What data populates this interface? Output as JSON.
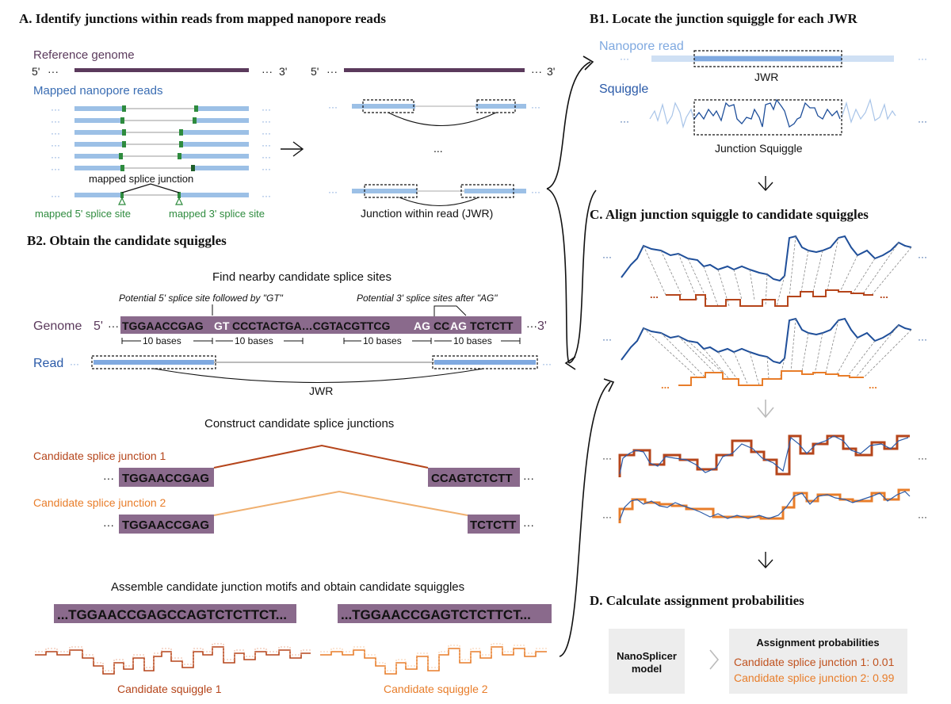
{
  "colors": {
    "purple": "#5b3a5c",
    "purple_block": "#8a6a8c",
    "blue": "#3a6db3",
    "light_blue": "#9cc0e6",
    "dark_blue": "#1f4f9a",
    "green": "#2e8b3e",
    "dark_orange": "#b5451b",
    "orange": "#e87d2a",
    "gray": "#9a9a9a"
  },
  "sections": {
    "a": {
      "title": "A. Identify junctions within reads from mapped nanopore reads",
      "ref_genome": "Reference genome",
      "five_prime": "5'",
      "three_prime": "3'",
      "ellipsis": "···",
      "mapped_reads": "Mapped nanopore reads",
      "mapped_junction": "mapped splice junction",
      "site5": "mapped 5' splice site",
      "site3": "mapped 3' splice site",
      "dots_center": "...",
      "jwr_label": "Junction within read (JWR)"
    },
    "b1": {
      "title": "B1. Locate the junction squiggle for each JWR",
      "read_label": "Nanopore read",
      "squiggle_label": "Squiggle",
      "jwr": "JWR",
      "junction_squiggle": "Junction Squiggle"
    },
    "b2": {
      "title": "B2. Obtain the candidate squiggles",
      "find_sites": "Find nearby candidate splice sites",
      "pot5": "Potential 5' splice site followed by \"GT\"",
      "pot3": "Potential 3' splice sites after \"AG\"",
      "genome_label": "Genome",
      "seq_part1": "TGGAACCGAG",
      "seq_gt": "GT",
      "seq_part2": "CCCTACTGA…CGTACGTTCG",
      "seq_ag1": "AG",
      "seq_cc": "CC",
      "seq_ag2": "AG",
      "seq_part3": "TCTCTT",
      "ten_bases": "10 bases",
      "read_label": "Read",
      "jwr": "JWR",
      "construct": "Construct candidate splice junctions",
      "cand1": "Candidate splice junction 1",
      "cand2": "Candidate splice junction 2",
      "exon_left": "TGGAACCGAG",
      "exon_right1": "CCAGTCTCTT",
      "exon_right2": "TCTCTT",
      "assemble": "Assemble candidate junction motifs and obtain candidate squiggles",
      "motif1": "...TGGAACCGAGCCAGTCTCTTCT...",
      "motif2": "...TGGAACCGAGTCTCTTCT...",
      "squiggle1": "Candidate squiggle 1",
      "squiggle2": "Candidate squiggle 2"
    },
    "c": {
      "title": "C. Align junction squiggle to candidate squiggles"
    },
    "d": {
      "title": "D. Calculate assignment probabilities",
      "model_line1": "NanoSplicer",
      "model_line2": "model",
      "prob_title": "Assignment probabilities",
      "prob1": "Candidate splice junction 1: 0.01",
      "prob2": "Candidate splice junction 2: 0.99"
    }
  }
}
